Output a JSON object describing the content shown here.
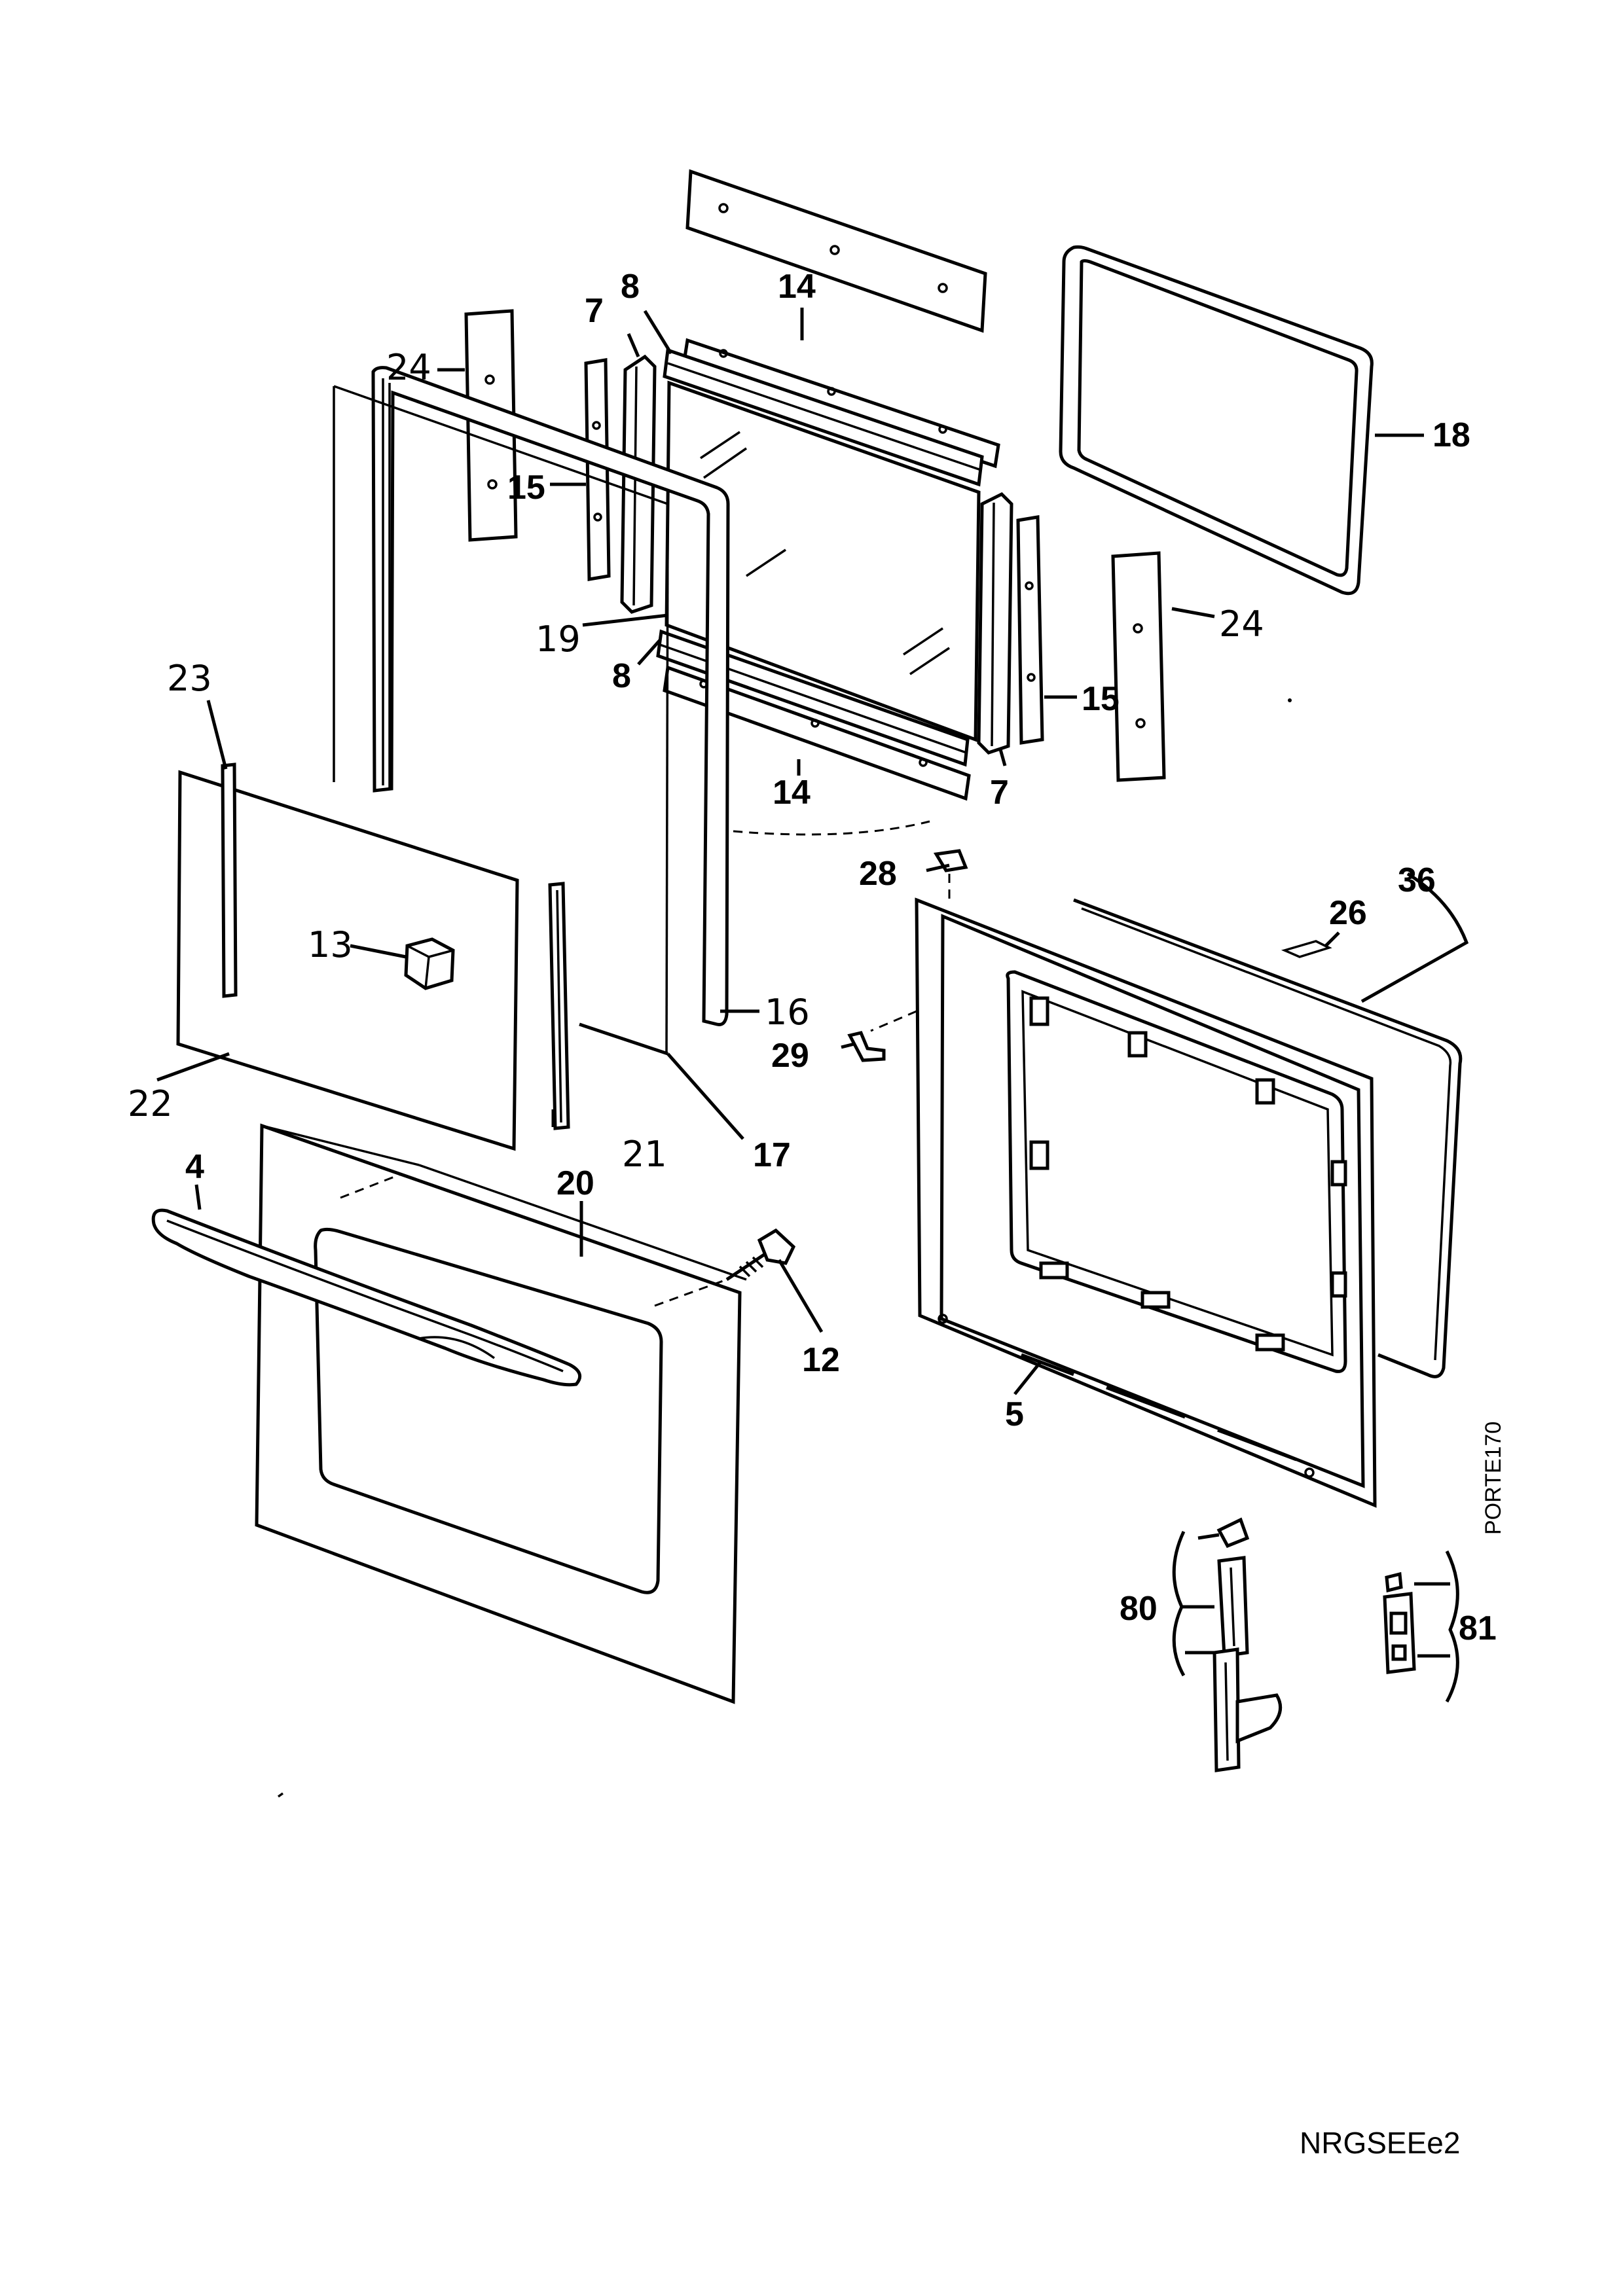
{
  "diagram": {
    "callouts": {
      "c4": "4",
      "c5": "5",
      "c7a": "7",
      "c7b": "7",
      "c8a": "8",
      "c8b": "8",
      "c12": "12",
      "c13": "13",
      "c14a": "14",
      "c14b": "14",
      "c15a": "15",
      "c15b": "15",
      "c16": "16",
      "c17": "17",
      "c18": "18",
      "c19": "19",
      "c20": "20",
      "c21": "21",
      "c22": "22",
      "c23": "23",
      "c24a": "24",
      "c24b": "24",
      "c26": "26",
      "c28": "28",
      "c29": "29",
      "c36": "36",
      "c80": "80",
      "c81": "81"
    },
    "drawing_code": "PORTE170",
    "model_code": "NRGSEEe2"
  }
}
